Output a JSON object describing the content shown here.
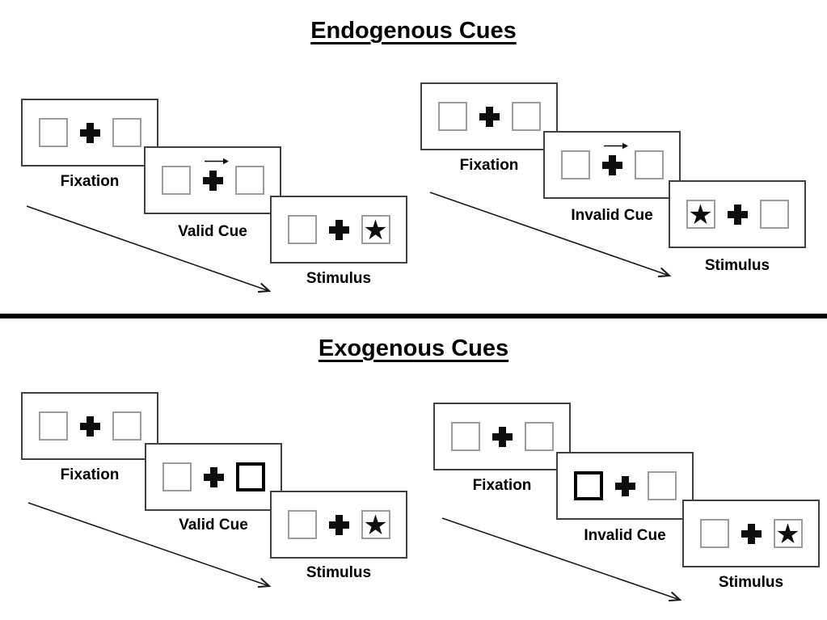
{
  "sections": [
    {
      "id": "endogenous",
      "title": "Endogenous Cues",
      "trials": [
        {
          "id": "valid",
          "cue_type": "central-arrow-right-above-fixation-cross",
          "target_side": "right",
          "labels": {
            "fixation": "Fixation",
            "cue": "Valid Cue",
            "stimulus": "Stimulus"
          }
        },
        {
          "id": "invalid",
          "cue_type": "central-arrow-right-above-fixation-cross",
          "target_side": "left",
          "labels": {
            "fixation": "Fixation",
            "cue": "Invalid Cue",
            "stimulus": "Stimulus"
          }
        }
      ]
    },
    {
      "id": "exogenous",
      "title": "Exogenous Cues",
      "trials": [
        {
          "id": "valid",
          "cue_type": "peripheral-bold-box-right",
          "target_side": "right",
          "labels": {
            "fixation": "Fixation",
            "cue": "Valid Cue",
            "stimulus": "Stimulus"
          }
        },
        {
          "id": "invalid",
          "cue_type": "peripheral-bold-box-left",
          "target_side": "right",
          "labels": {
            "fixation": "Fixation",
            "cue": "Invalid Cue",
            "stimulus": "Stimulus"
          }
        }
      ]
    }
  ],
  "glyphs": {
    "star": "★"
  },
  "icons": {
    "fixation_cross": "bold-plus-css-shape",
    "cue_arrow": "thin-right-arrow-svg",
    "timeline_arrow": "diagonal-arrow-to-lower-right-svg"
  },
  "colors": {
    "background": "#ffffff",
    "ink": "#000000",
    "placeholder_box_border": "#9c9c9c",
    "panel_border": "#404040"
  }
}
